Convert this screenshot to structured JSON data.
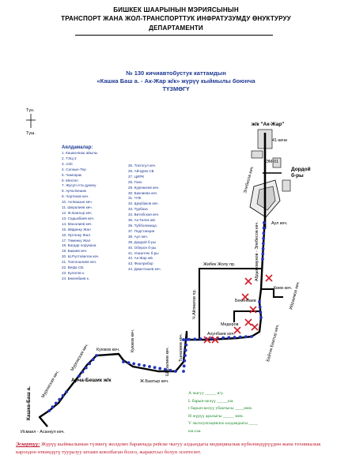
{
  "header": {
    "line1": "БИШКЕК ШААРЫНЫН  МЭРИЯСЫНЫН",
    "line2": "ТРАНСПОРТ ЖАНА ЖОЛ-ТРАНСПОРТТУК ИНФРАТУЗУМДУ ӨНУКТУРУУ",
    "line3": "ДЕПАРТАМЕНТИ"
  },
  "title": {
    "line1": "№ 130 кичиавтобустук каттамдын",
    "line2": "«Кашка Баш а. -  Ак-Жар ж/к» жүрүү кыймылы боюнча",
    "line3": "ТҮЗМӨГҮ"
  },
  "compass": {
    "north": "Түн.",
    "south": "Түш."
  },
  "legend": {
    "title": "Аялдамалар:",
    "col1": [
      "1. Кашка-Баш айылы",
      "2. ТЭЦ-2",
      "3. АЗС",
      "4. Салкын-Тер",
      "5. Чамгарак",
      "6. Мехтеп",
      "7. Жусуп-Ата дукөну",
      "8. Арча-Бешик",
      "9. Чортеков көч.",
      "10. Ак-Башын көч.",
      "11. Шералиев көч.",
      "12. Ж.Баатыр көч.",
      "13. Садыкбаев көч.",
      "14. Масалиев көч.",
      "15. Өйдөнкү Жал",
      "16. Ортонку Жал",
      "17. Төмөнкү Жал",
      "18. Багдар оорукана",
      "19. Бакиев көч.",
      "20. Ш.Рустовелли көч.",
      "21. Токтоналиев көч.",
      "22. Вефа СБ.",
      "23. Кулатов к.",
      "24. Бекенбаев к."
    ],
    "col2": [
      "25. Токтогул көч.",
      "26. Айчурек СБ",
      "27. ЦИРК",
      "28. Гоин",
      "29. Куренкеев көч.",
      "30. Бакпиева көч.",
      "31. ЧЧК",
      "32. Щербаков көч.",
      "33. Турбаза",
      "34. Витебская көч.",
      "35. Ак-Тилек ж/к",
      "36. Тубболиница",
      "37. Подстанция",
      "38. Аул көч.",
      "39. Дордой б-ры",
      "40. Оберон б-ры",
      "41. Унаалтек б-ры",
      "42. Ак-Жар ж/к",
      "43. Фиолрибор",
      "44. Джантошев көч."
    ]
  },
  "map": {
    "ak_jar": "ж/к \"Ак-Жар\"",
    "street_41": "41-көчө",
    "em01": "ЭМ-01",
    "dordoy": "Дордой",
    "dordoy2": "б-ры",
    "elebesov": "Элебесов көч.",
    "aul": "Аул көч.",
    "zhibek": "Жибек Жолу пр.",
    "aitmatov": "Ч.Айтматов пр.",
    "abdymomunov": "Абдымомунов - Элебесов көч.",
    "kiev": "Киев көч.",
    "bekenbaev": "Бекенбаев",
    "ibraimov": "Ибраимов көч.",
    "mederov": "Медеров",
    "baitik": "Байтик Баатыр көч.",
    "ahunbaev": "Ахунбаев көч.",
    "tynalyev": "Тыналиев көч.",
    "sheraliev": "Шералиев көч.",
    "zhbaatyr": "Ж.Баатыр көч.",
    "kuyukov": "Куюков көч.",
    "archa": "Арча-Бешик ж/к",
    "muromskaya": "Муромская көч.",
    "kashka": "Кашка-Баш а.",
    "ismail": "Исмаил - Асанкул көч."
  },
  "info": {
    "line1": "А чыгуу _____ в/у.",
    "line2": "L барып-келүү _____км.",
    "line3": "t барып-келүү убактысы ____мин.",
    "line4": "И жүрүү аралыгы _____ мин.",
    "line5": "V эксплуатациялоо ылдамдыгы ____",
    "line6": "км.саа."
  },
  "note": {
    "label": "Эскертүү:",
    "text": " Жүрүү кыймылынын түзмөгү жолдомо баракчада рейске чыгуу алдындагы медициналык күбөлөндүрүүдөн жана техникалык кароодон өткөндүгү тууралуу штамп коюлбаган болсо, жарактсыз болуп эсептелет."
  },
  "colors": {
    "route": "#000000",
    "stop": "#2233bb",
    "closed": "#d0202e",
    "title": "#1f3a93",
    "info": "#1a8a2a",
    "note": "#c0182c"
  }
}
